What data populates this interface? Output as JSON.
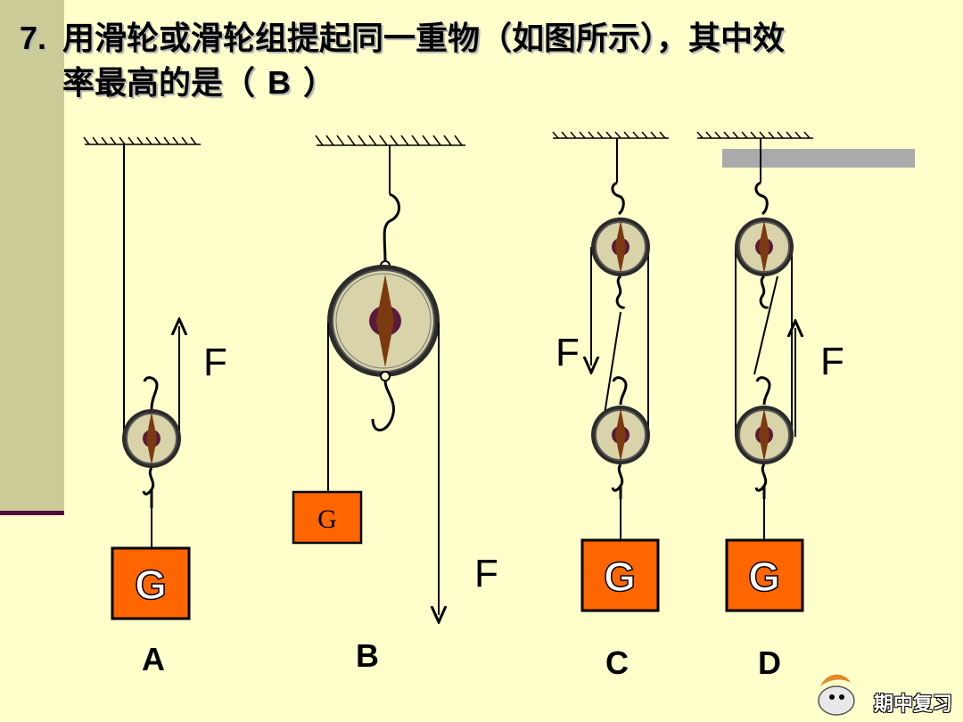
{
  "question": {
    "number": "7.",
    "line1": "用滑轮或滑轮组提起同一重物（如图所示），其中效",
    "line2_prefix": "率最高的是（",
    "answer": "B",
    "line2_suffix": "）"
  },
  "diagram": {
    "weight_label": "G",
    "force_label": "F",
    "options": [
      "A",
      "B",
      "C",
      "D"
    ]
  },
  "footer": {
    "label": "期中复习"
  },
  "colors": {
    "background": "#FFFFCC",
    "sidebar": "#CCCC99",
    "weight_box": "#FF6600",
    "pulley": "#D8D3A8"
  }
}
